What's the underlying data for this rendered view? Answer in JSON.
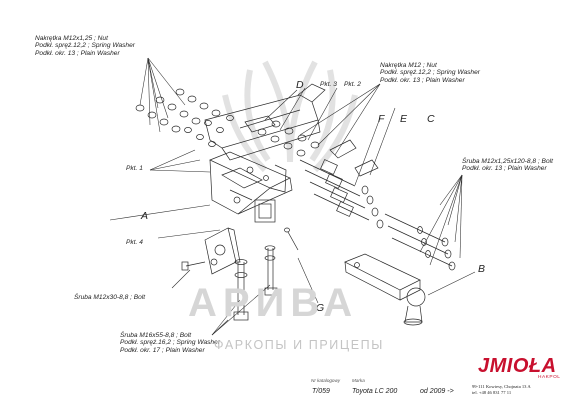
{
  "labels": {
    "nut_top_left": [
      "Nakrętka M12x1,25 ; Nut",
      "Podkł. spręż.12,2 ; Spring Washer",
      "Podkł. okr. 13 ; Plain Washer"
    ],
    "nut_top_right": [
      "Nakrętka M12 ; Nut",
      "Podkł. spręż.12,2 ; Spring Washer",
      "Podkł. okr. 13 ; Plain Washer"
    ],
    "bolt_right": [
      "Śruba M12x1,25x120-8,8 ; Bolt",
      "Podkł. okr. 13 ; Plain Washer"
    ],
    "bolt_small": [
      "Śruba M12x30-8,8 ; Bolt"
    ],
    "bolt_bottom": [
      "Śruba M16x55-8,8 ; Bolt",
      "Podkł. spręż.16,2 ; Spring Washer",
      "Podkł. okr. 17 ; Plain Washer"
    ],
    "pkt1": "Pkt. 1",
    "pkt2": "Pkt. 2",
    "pkt3": "Pkt. 3",
    "pkt4": "Pkt. 4"
  },
  "callouts": {
    "A": "A",
    "B": "B",
    "C": "C",
    "D": "D",
    "E": "E",
    "F": "F",
    "G": "G"
  },
  "watermark": {
    "main": "АРИВА",
    "sub": "ФАРКОПЫ И ПРИЦЕПЫ"
  },
  "footer": {
    "catalog_label": "Nr katalogowy",
    "catalog_value": "T/059",
    "brand_label": "Marka",
    "brand_value": "Toyota LC 200",
    "year_value": "od 2009 ->"
  },
  "company": {
    "logo": "JMIOŁA",
    "sub": "HAKPOL",
    "address": "99-111 Kowiesy, Chojnata 13 A",
    "phone": "tel. +48 46 831 77 11"
  },
  "colors": {
    "line": "#2a2a2a",
    "watermark": "#d6d6d6",
    "logo": "#c8102e"
  }
}
